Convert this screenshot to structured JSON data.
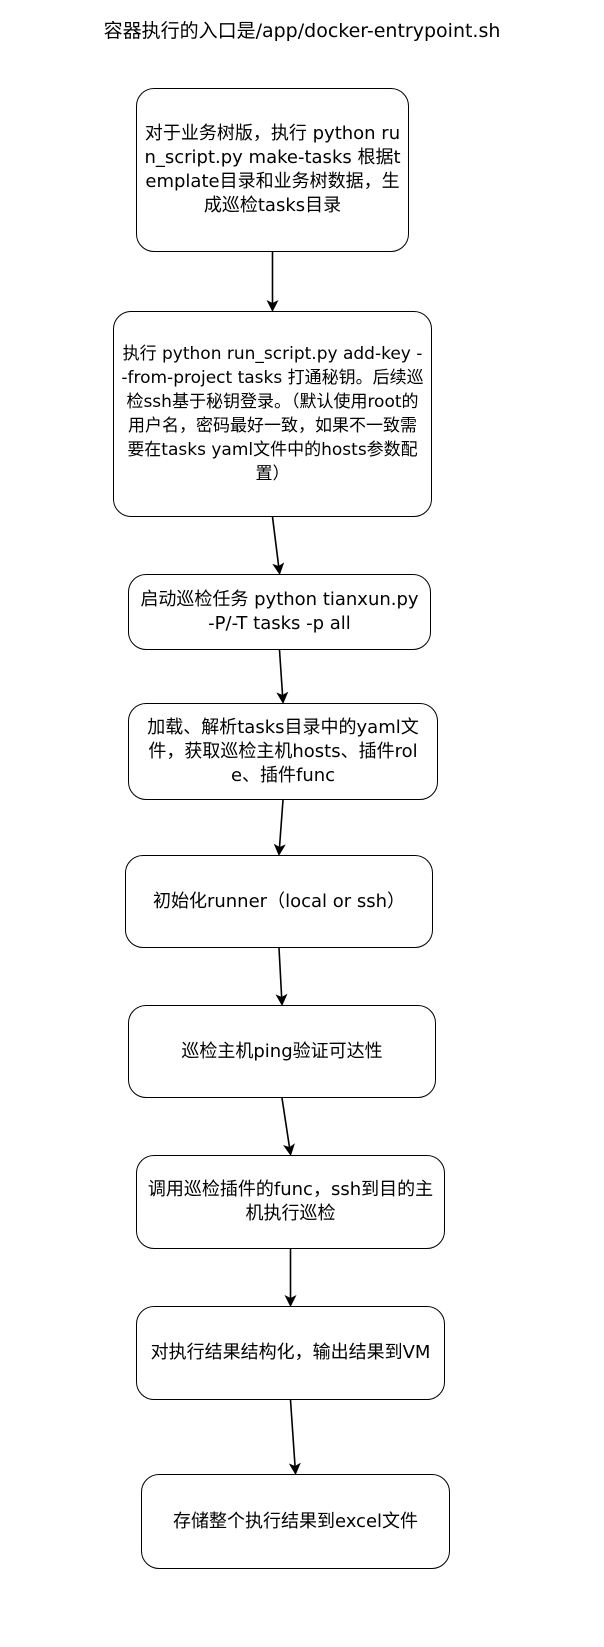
{
  "title": "容器执行的入口是/app/docker-entrypoint.sh",
  "nodes": [
    {
      "id": "n1",
      "text": "对于业务树版，执行 python run_script.py make-tasks 根据template目录和业务树数据，生成巡检tasks目录"
    },
    {
      "id": "n2",
      "text": "执行 python run_script.py add-key --from-project tasks 打通秘钥。后续巡检ssh基于秘钥登录。（默认使用root的用户名，密码最好一致，如果不一致需要在tasks yaml文件中的hosts参数配置）"
    },
    {
      "id": "n3",
      "text": "启动巡检任务 python tianxun.py -P/-T tasks -p all"
    },
    {
      "id": "n4",
      "text": "加载、解析tasks目录中的yaml文件，获取巡检主机hosts、插件role、插件func"
    },
    {
      "id": "n5",
      "text": "初始化runner（local or ssh）"
    },
    {
      "id": "n6",
      "text": "巡检主机ping验证可达性"
    },
    {
      "id": "n7",
      "text": "调用巡检插件的func，ssh到目的主机执行巡检"
    },
    {
      "id": "n8",
      "text": "对执行结果结构化，输出结果到VM"
    },
    {
      "id": "n9",
      "text": "存储整个执行结果到excel文件"
    }
  ],
  "edges": [
    {
      "from": "n1",
      "to": "n2"
    },
    {
      "from": "n2",
      "to": "n3"
    },
    {
      "from": "n3",
      "to": "n4"
    },
    {
      "from": "n4",
      "to": "n5"
    },
    {
      "from": "n5",
      "to": "n6"
    },
    {
      "from": "n6",
      "to": "n7"
    },
    {
      "from": "n7",
      "to": "n8"
    },
    {
      "from": "n8",
      "to": "n9"
    }
  ]
}
